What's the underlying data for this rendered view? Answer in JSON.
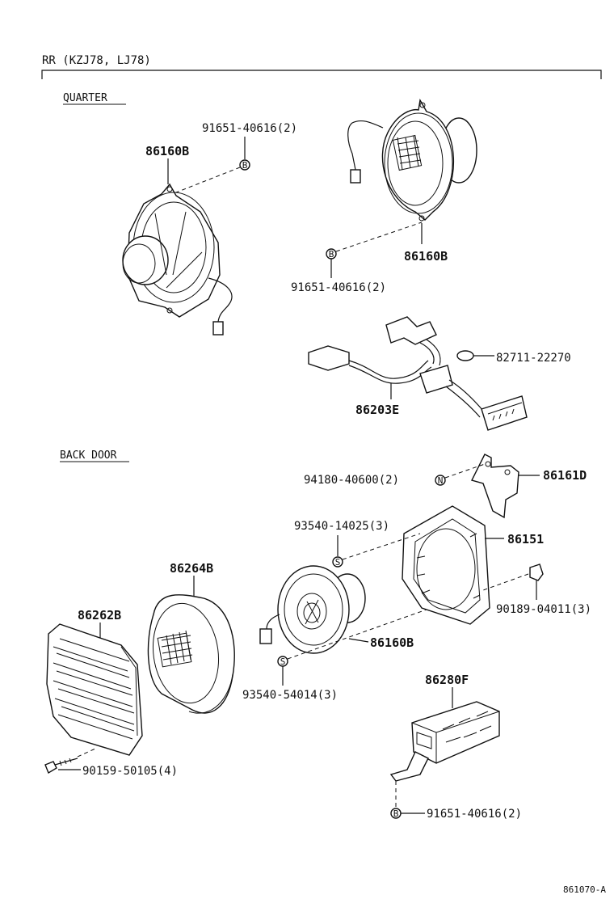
{
  "header": {
    "title": "RR (KZJ78, LJ78)"
  },
  "sections": {
    "quarter": "QUARTER",
    "back_door": "BACK DOOR"
  },
  "labels": {
    "q_screw_top": "91651-40616(2)",
    "q_speaker_left": "86160B",
    "q_speaker_right": "86160B",
    "q_screw_bottom": "91651-40616(2)",
    "q_clamp": "82711-22270",
    "q_harness": "86203E",
    "b_nut": "94180-40600(2)",
    "b_bracket": "86161D",
    "b_screw_top": "93540-14025(3)",
    "b_spacer": "86151",
    "b_cover": "86264B",
    "b_grille": "86262B",
    "b_clip": "90189-04011(3)",
    "b_speaker": "86160B",
    "b_screw_bottom": "93540-54014(3)",
    "b_amp": "86280F",
    "b_bolt": "90159-50105(4)",
    "b_amp_screw": "91651-40616(2)"
  },
  "fastener_marks": {
    "b": "B",
    "n": "N",
    "s": "S"
  },
  "footer": {
    "ref": "861070-A"
  }
}
